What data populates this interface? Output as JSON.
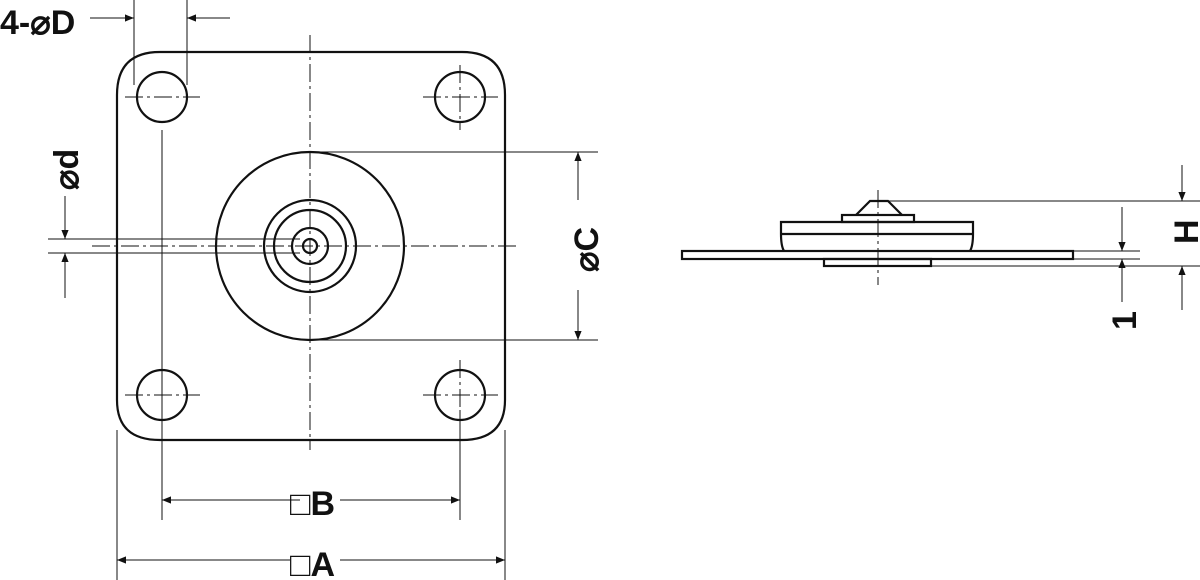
{
  "drawing": {
    "labels": {
      "holes": "4-⌀D",
      "bore": "⌀d",
      "disc": "⌀C",
      "hole_pitch": "□B",
      "plate_size": "□A",
      "height": "H",
      "plate_thickness": "1"
    },
    "line_color": "#111111"
  }
}
